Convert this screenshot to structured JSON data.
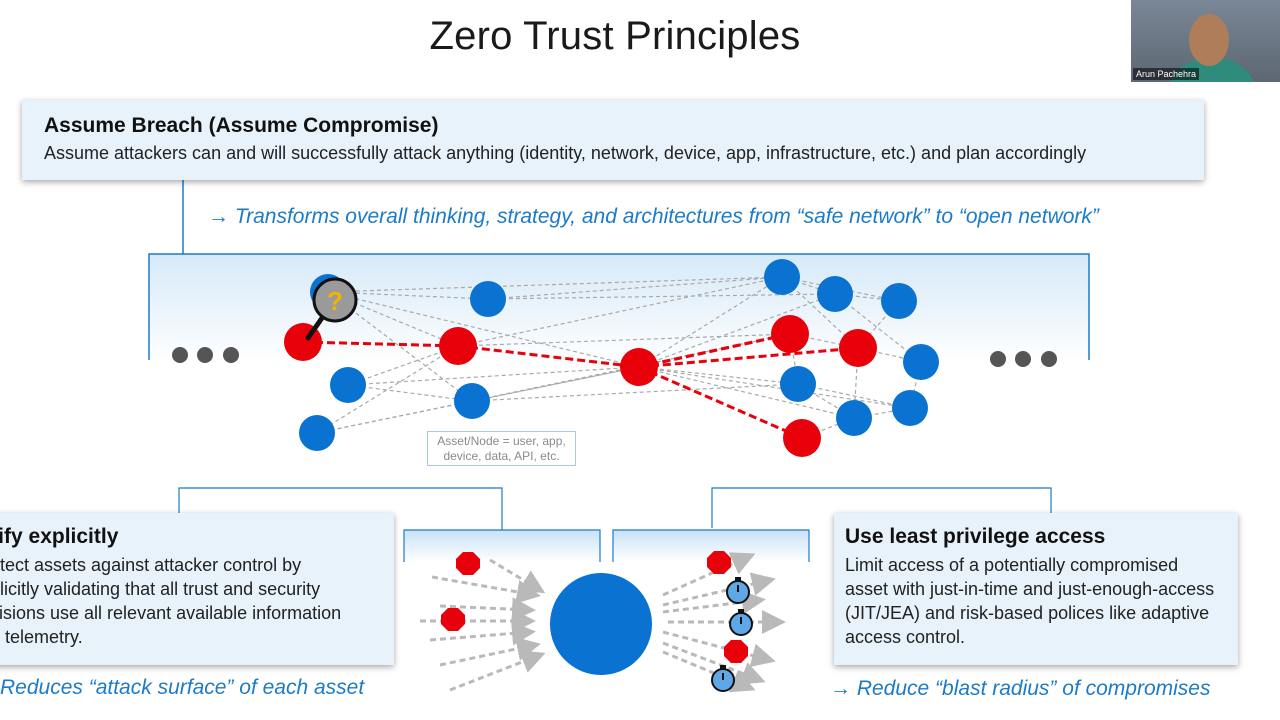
{
  "slide": {
    "title": "Zero Trust Principles",
    "presenter_name": "Arun Pachehra",
    "assume_breach": {
      "heading": "Assume Breach (Assume Compromise)",
      "text": "Assume attackers can and will successfully attack anything (identity, network, device, app, infrastructure, etc.) and plan accordingly",
      "arrow_text": "→ Transforms overall thinking, strategy, and architectures from “safe network” to “open network”"
    },
    "node_label": {
      "line1": "Asset/Node = user, app,",
      "line2": "device, data, API, etc."
    },
    "verify": {
      "heading": "rify explicitly",
      "lines": [
        "otect assets against attacker control by",
        "plicitly validating that all trust and security",
        "cisions use all relevant available information",
        "d telemetry."
      ],
      "arrow_text": "Reduces “attack surface” of each asset"
    },
    "least_privilege": {
      "heading": "Use least privilege access",
      "lines": [
        "Limit access of a potentially compromised",
        "asset with just-in-time and just-enough-access",
        "(JIT/JEA) and risk-based polices like adaptive",
        "access control."
      ],
      "arrow_text": "→ Reduce “blast radius” of compromises"
    },
    "question_glyph": "?",
    "colors": {
      "node_blue": "#0a72d1",
      "node_red": "#e8000b",
      "accent_text": "#1c7bc9",
      "box_bg": "#e7f2fb"
    },
    "icons": [
      "magnifier-question-icon",
      "stopwatch-icon",
      "ellipsis-icon"
    ]
  }
}
